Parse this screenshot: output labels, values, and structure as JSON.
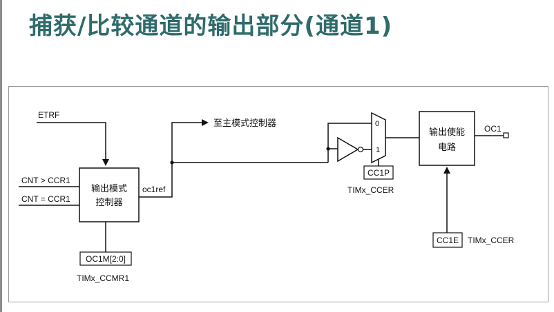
{
  "title": "捕获/比较通道的输出部分(通道1)",
  "labels": {
    "etrf": "ETRF",
    "cnt_gt_ccr1": "CNT > CCR1",
    "cnt_eq_ccr1": "CNT = CCR1",
    "mode_ctrl_line1": "输出模式",
    "mode_ctrl_line2": "控制器",
    "oc1ref": "oc1ref",
    "to_master": "至主模式控制器",
    "oc1m": "OC1M[2:0]",
    "timx_ccmr1": "TIMx_CCMR1",
    "mux_0": "0",
    "mux_1": "1",
    "cc1p": "CC1P",
    "timx_ccer_1": "TIMx_CCER",
    "enable_line1": "输出使能",
    "enable_line2": "电路",
    "oc1": "OC1",
    "cc1e": "CC1E",
    "timx_ccer_2": "TIMx_CCER"
  },
  "colors": {
    "title": "#2f6b6b",
    "line": "#111111",
    "frame": "#9a9a9a"
  }
}
